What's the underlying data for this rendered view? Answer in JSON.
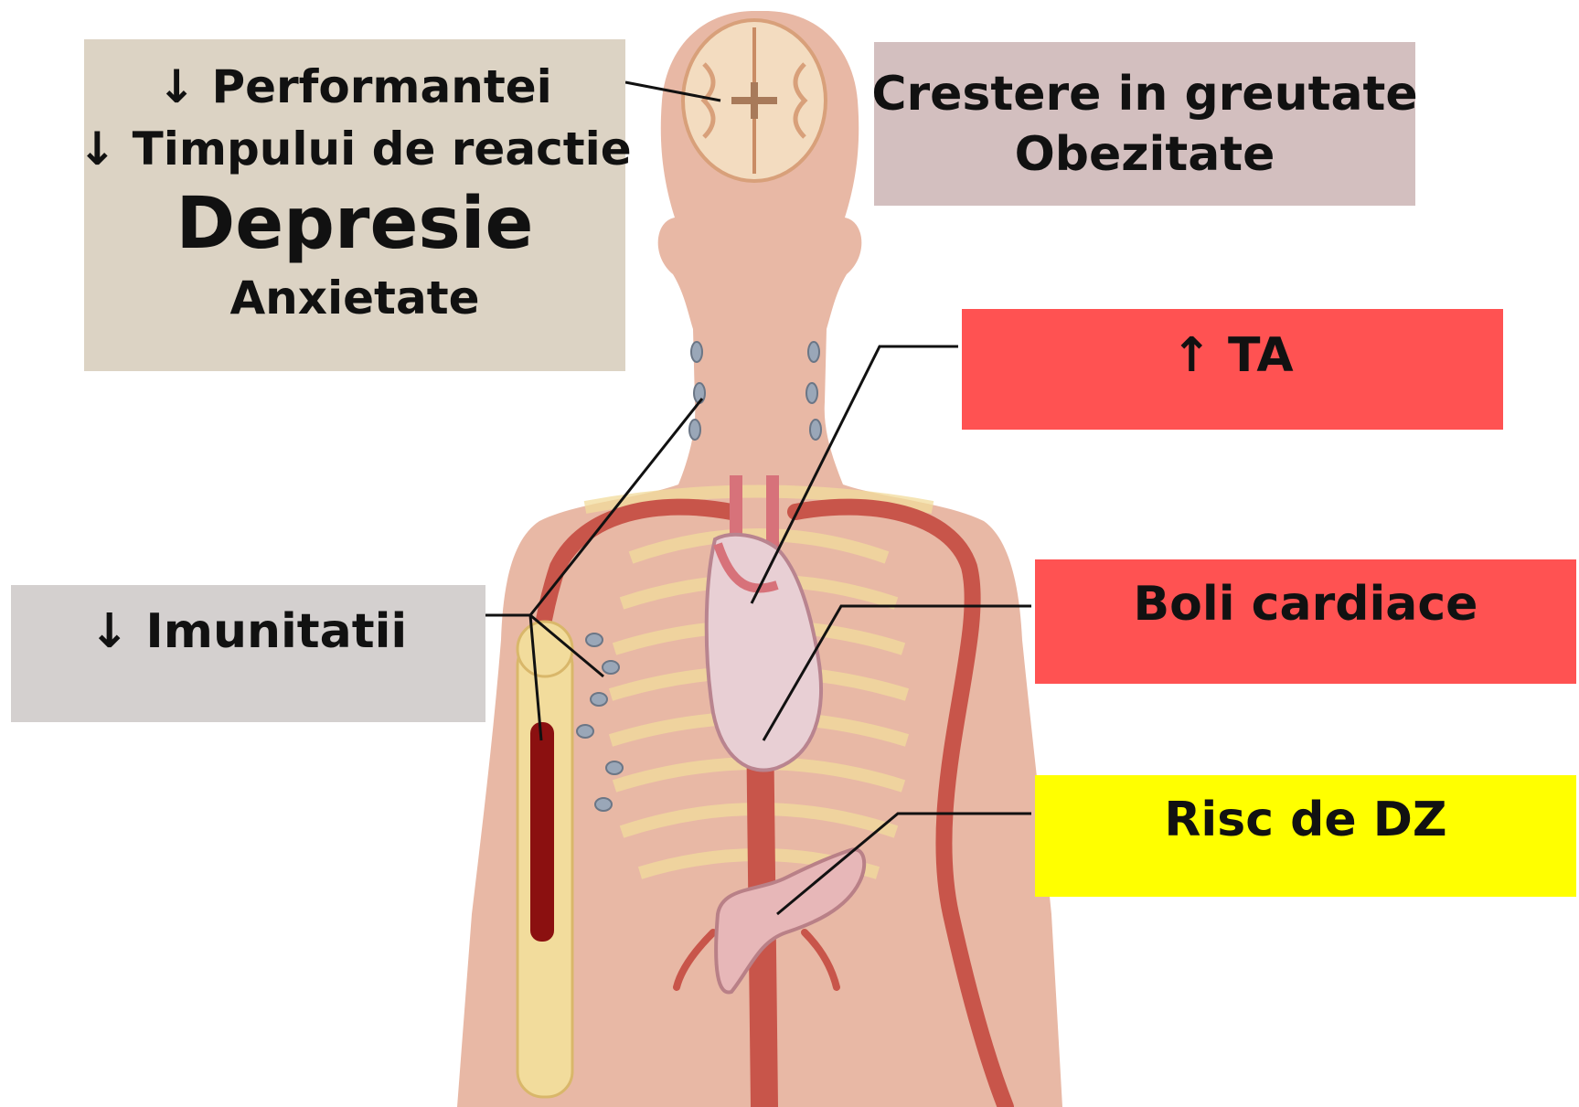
{
  "colors": {
    "box_top_left": "#dcd3c4",
    "box_top_right": "#d3bfbf",
    "box_red": "#ff5252",
    "box_gray": "#d4d0cf",
    "box_yellow": "#ffff00",
    "skin": "#e8b8a5",
    "artery": "#c8554a",
    "bone": "#f2dc9c",
    "text": "#111111"
  },
  "labels": {
    "top_left": {
      "line1": "↓ Performantei",
      "line2": "↓ Timpului de reactie",
      "line3": "Depresie",
      "line4": "Anxietate"
    },
    "top_right": {
      "line1": "Crestere in greutate",
      "line2": "Obezitate"
    },
    "ta": "↑ TA",
    "imunitate": "↓ Imunitatii",
    "boli_cardiace": "Boli cardiace",
    "risc_dz": "Risc de DZ"
  },
  "organs": [
    "brain-icon",
    "heart-icon",
    "pancreas-icon",
    "lymph-nodes-icon",
    "bone-marrow-icon",
    "ribcage-icon"
  ]
}
